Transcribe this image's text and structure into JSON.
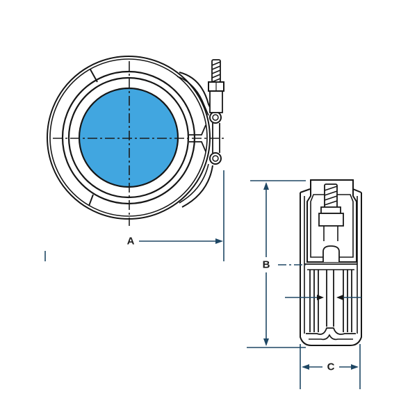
{
  "diagram": {
    "type": "technical-drawing",
    "subject": "V-band pipe clamp with T-bolt latch",
    "colors": {
      "line": "#161616",
      "dimension_line": "#1e4764",
      "fill_bore": "#41a6e0",
      "background": "#ffffff"
    },
    "views": [
      {
        "name": "front-view",
        "description": "Circular clamp with blue bore, centerlines, T-bolt latch on right"
      },
      {
        "name": "side-view",
        "description": "Edge view of clamp showing bolt, nut and band profile"
      }
    ],
    "dimensions": {
      "a": {
        "label": "A",
        "meaning": "overall width"
      },
      "b": {
        "label": "B",
        "meaning": "overall height"
      },
      "c": {
        "label": "C",
        "meaning": "band width"
      }
    }
  }
}
